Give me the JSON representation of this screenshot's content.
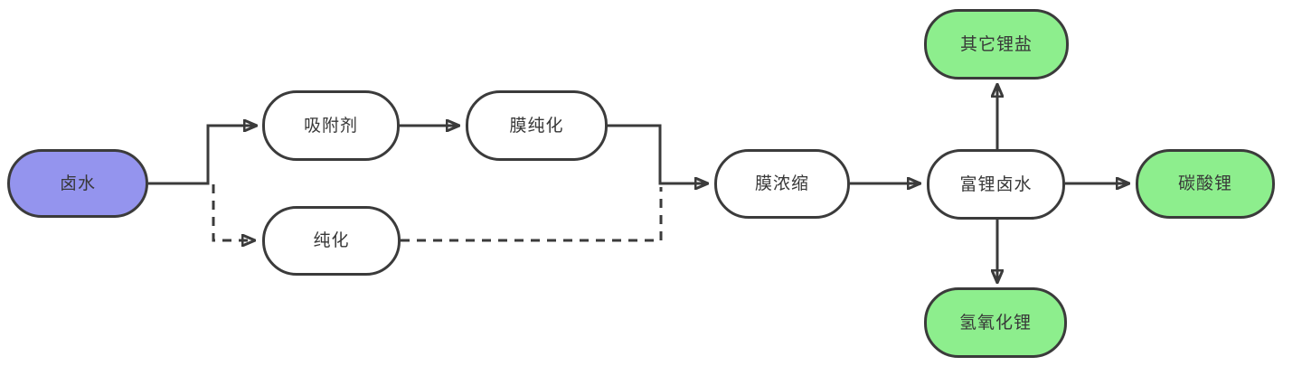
{
  "diagram": {
    "description": "lithium-extraction-process-flowchart",
    "nodes": [
      {
        "id": "brine",
        "label": "卤水",
        "fill": "purple",
        "role": "source"
      },
      {
        "id": "adsorbent",
        "label": "吸附剂",
        "fill": "white",
        "role": "process"
      },
      {
        "id": "membrane-purification",
        "label": "膜纯化",
        "fill": "white",
        "role": "process"
      },
      {
        "id": "purification",
        "label": "纯化",
        "fill": "white",
        "role": "process"
      },
      {
        "id": "membrane-concentration",
        "label": "膜浓缩",
        "fill": "white",
        "role": "process"
      },
      {
        "id": "lithium-rich-brine",
        "label": "富锂卤水",
        "fill": "white",
        "role": "process"
      },
      {
        "id": "other-lithium-salts",
        "label": "其它锂盐",
        "fill": "green",
        "role": "product"
      },
      {
        "id": "lithium-carbonate",
        "label": "碳酸锂",
        "fill": "green",
        "role": "product"
      },
      {
        "id": "lithium-hydroxide",
        "label": "氢氧化锂",
        "fill": "green",
        "role": "product"
      }
    ],
    "edges": [
      {
        "from": "brine",
        "to": "adsorbent",
        "style": "solid"
      },
      {
        "from": "brine",
        "to": "purification",
        "style": "dashed"
      },
      {
        "from": "adsorbent",
        "to": "membrane-purification",
        "style": "solid"
      },
      {
        "from": "membrane-purification",
        "to": "membrane-concentration",
        "style": "solid"
      },
      {
        "from": "purification",
        "to": "membrane-concentration",
        "style": "dashed"
      },
      {
        "from": "membrane-concentration",
        "to": "lithium-rich-brine",
        "style": "solid"
      },
      {
        "from": "lithium-rich-brine",
        "to": "other-lithium-salts",
        "style": "solid"
      },
      {
        "from": "lithium-rich-brine",
        "to": "lithium-carbonate",
        "style": "solid"
      },
      {
        "from": "lithium-rich-brine",
        "to": "lithium-hydroxide",
        "style": "solid"
      }
    ]
  },
  "colors": {
    "source_fill": "#9494ee",
    "product_fill": "#8dee8d",
    "process_fill": "#ffffff",
    "stroke": "#3b3b3b",
    "text": "#383838",
    "background": "#ffffff"
  }
}
